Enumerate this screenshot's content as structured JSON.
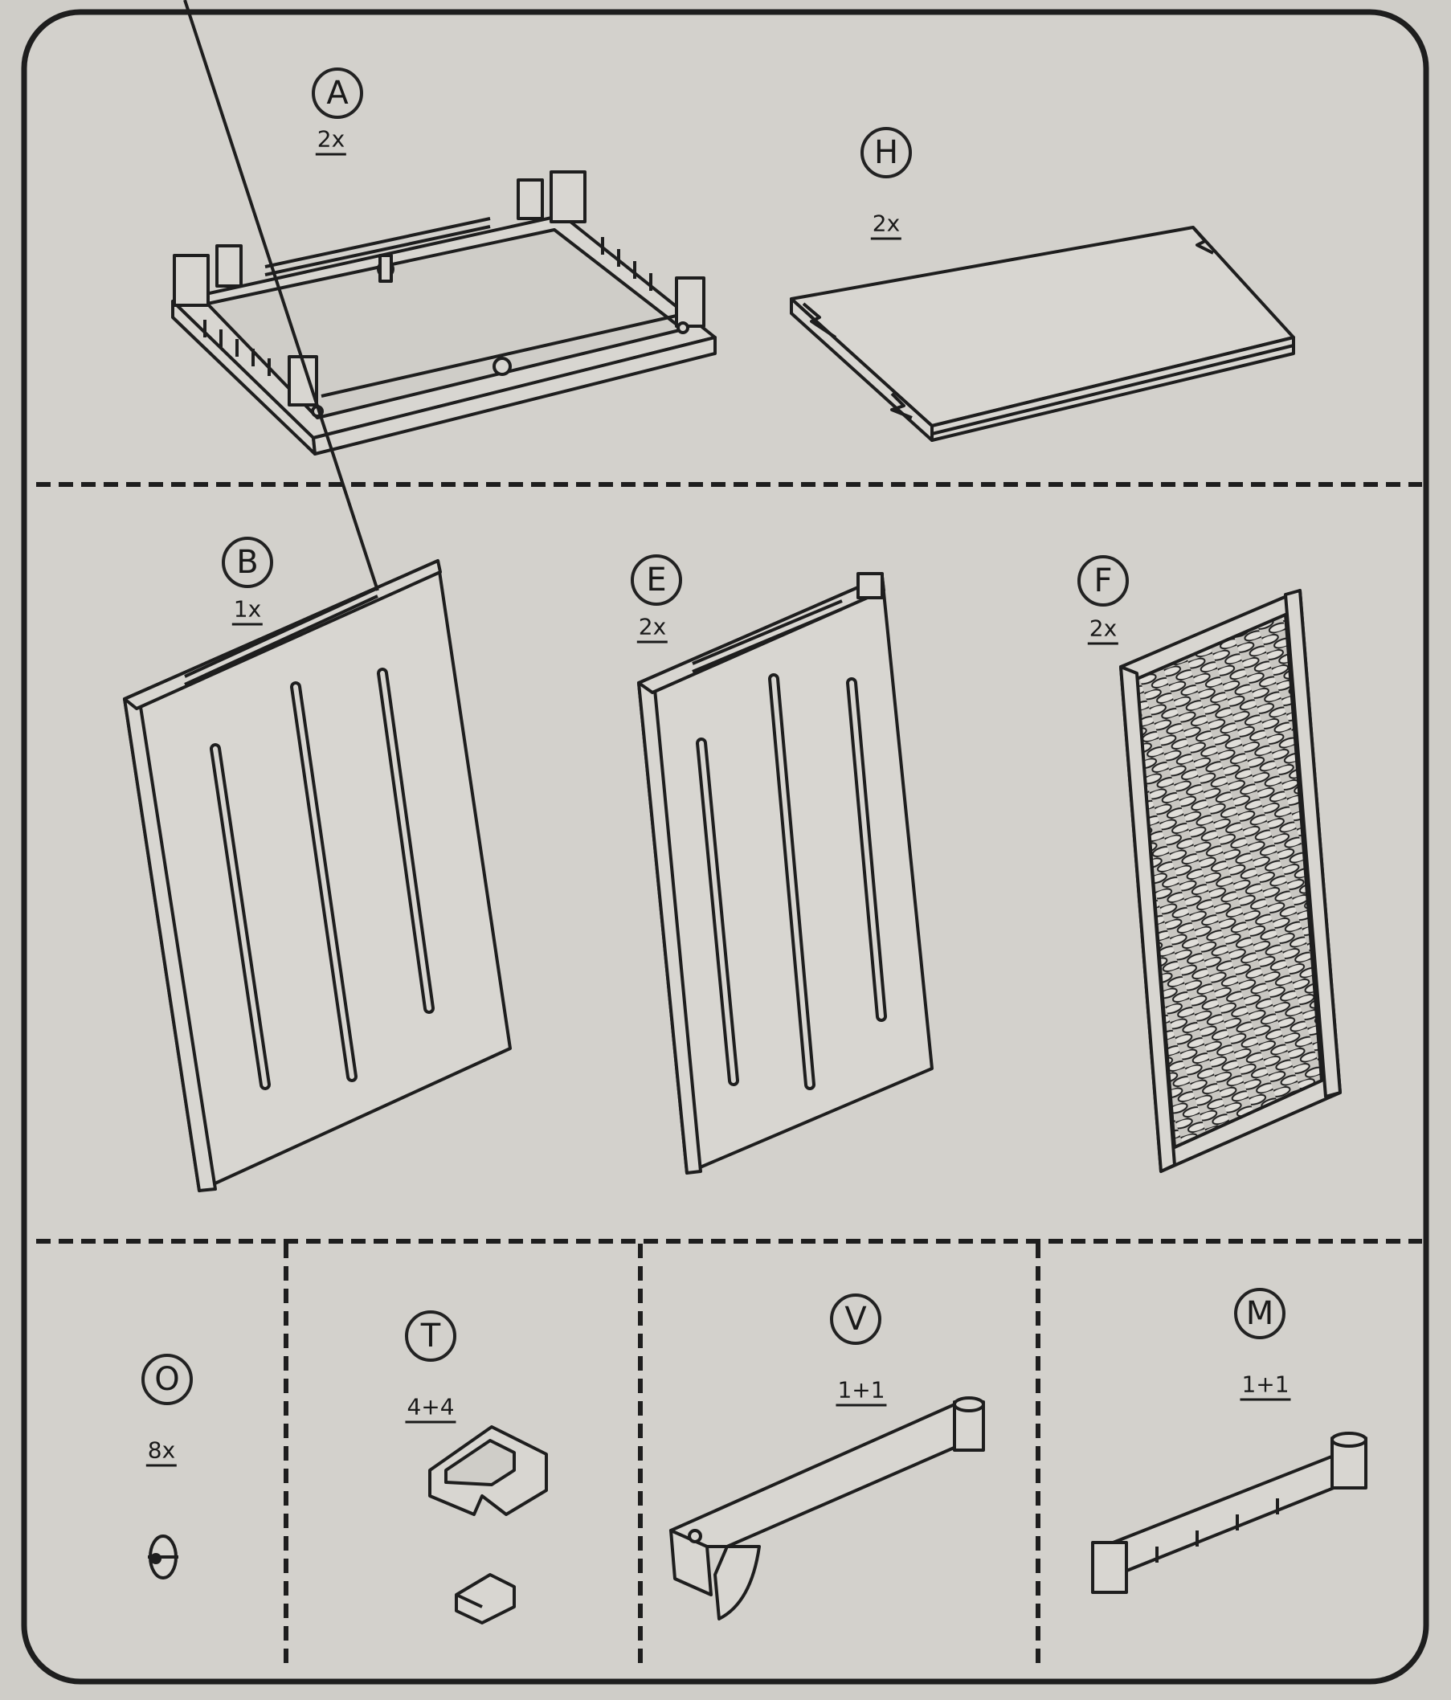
{
  "parts": [
    {
      "id": "A",
      "label": "A",
      "quantity": "2x"
    },
    {
      "id": "H",
      "label": "H",
      "quantity": "2x"
    },
    {
      "id": "B",
      "label": "B",
      "quantity": "1x"
    },
    {
      "id": "E",
      "label": "E",
      "quantity": "2x"
    },
    {
      "id": "F",
      "label": "F",
      "quantity": "2x"
    },
    {
      "id": "O",
      "label": "O",
      "quantity": "8x"
    },
    {
      "id": "T",
      "label": "T",
      "quantity": "4+4"
    },
    {
      "id": "V",
      "label": "V",
      "quantity": "1+1"
    },
    {
      "id": "M",
      "label": "M",
      "quantity": "1+1"
    }
  ],
  "colors": {
    "paper": "#cfcdc8",
    "line": "#1e1e1e",
    "fill": "#d8d6d1"
  }
}
